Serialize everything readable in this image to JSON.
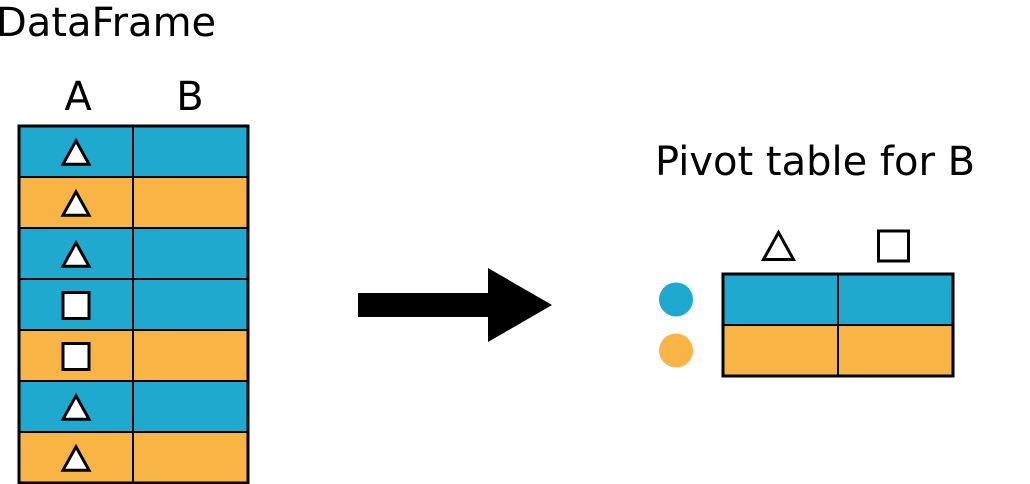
{
  "dataframe": {
    "title": "DataFrame",
    "column_a": "A",
    "column_b": "B",
    "rows": [
      {
        "shape": "triangle",
        "color": "blue"
      },
      {
        "shape": "triangle",
        "color": "orange"
      },
      {
        "shape": "triangle",
        "color": "blue"
      },
      {
        "shape": "square",
        "color": "blue"
      },
      {
        "shape": "square",
        "color": "orange"
      },
      {
        "shape": "triangle",
        "color": "blue"
      },
      {
        "shape": "triangle",
        "color": "orange"
      }
    ]
  },
  "arrow_icon": "right-arrow-icon",
  "pivot": {
    "title": "Pivot table for B",
    "columns": [
      "triangle",
      "square"
    ],
    "rows": [
      {
        "marker": "circle",
        "color": "blue"
      },
      {
        "marker": "circle",
        "color": "orange"
      }
    ]
  },
  "colors": {
    "blue": "#1fa9cf",
    "orange": "#f8b445",
    "stroke": "#000000"
  }
}
